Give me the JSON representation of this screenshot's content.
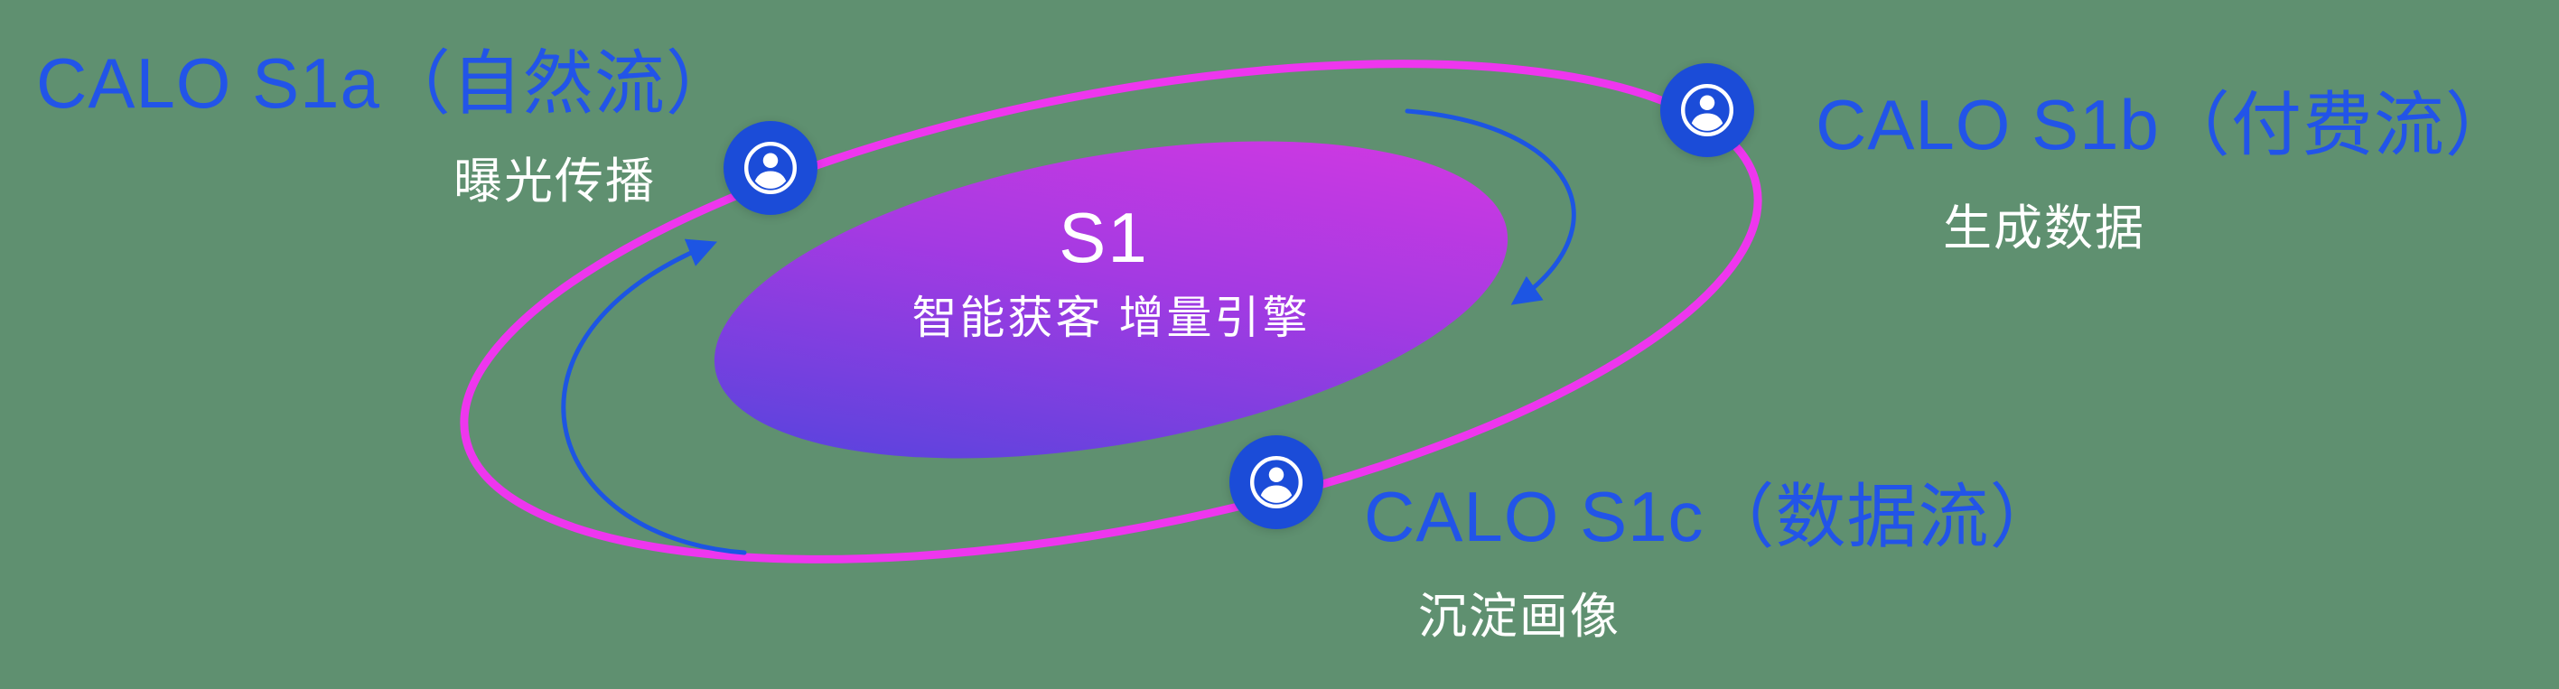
{
  "colors": {
    "bg": "#5f9070",
    "label_blue": "#2254e8",
    "node_blue": "#1b4cd8",
    "orbit_pink": "#ee36ee",
    "arrow_blue": "#1d55e3",
    "grad_a": "#4746dc",
    "grad_b": "#a43ae2",
    "grad_c": "#dd38e2",
    "text_white": "#ffffff"
  },
  "core": {
    "title": "S1",
    "subtitle": "智能获客  增量引擎"
  },
  "nodes": [
    {
      "id": "s1a",
      "label": "CALO S1a（自然流）",
      "sublabel": "曝光传播",
      "icon": "user-in-circle"
    },
    {
      "id": "s1b",
      "label": "CALO S1b（付费流）",
      "sublabel": "生成数据",
      "icon": "user-in-circle"
    },
    {
      "id": "s1c",
      "label": "CALO S1c（数据流）",
      "sublabel": "沉淀画像",
      "icon": "user-in-circle"
    }
  ]
}
